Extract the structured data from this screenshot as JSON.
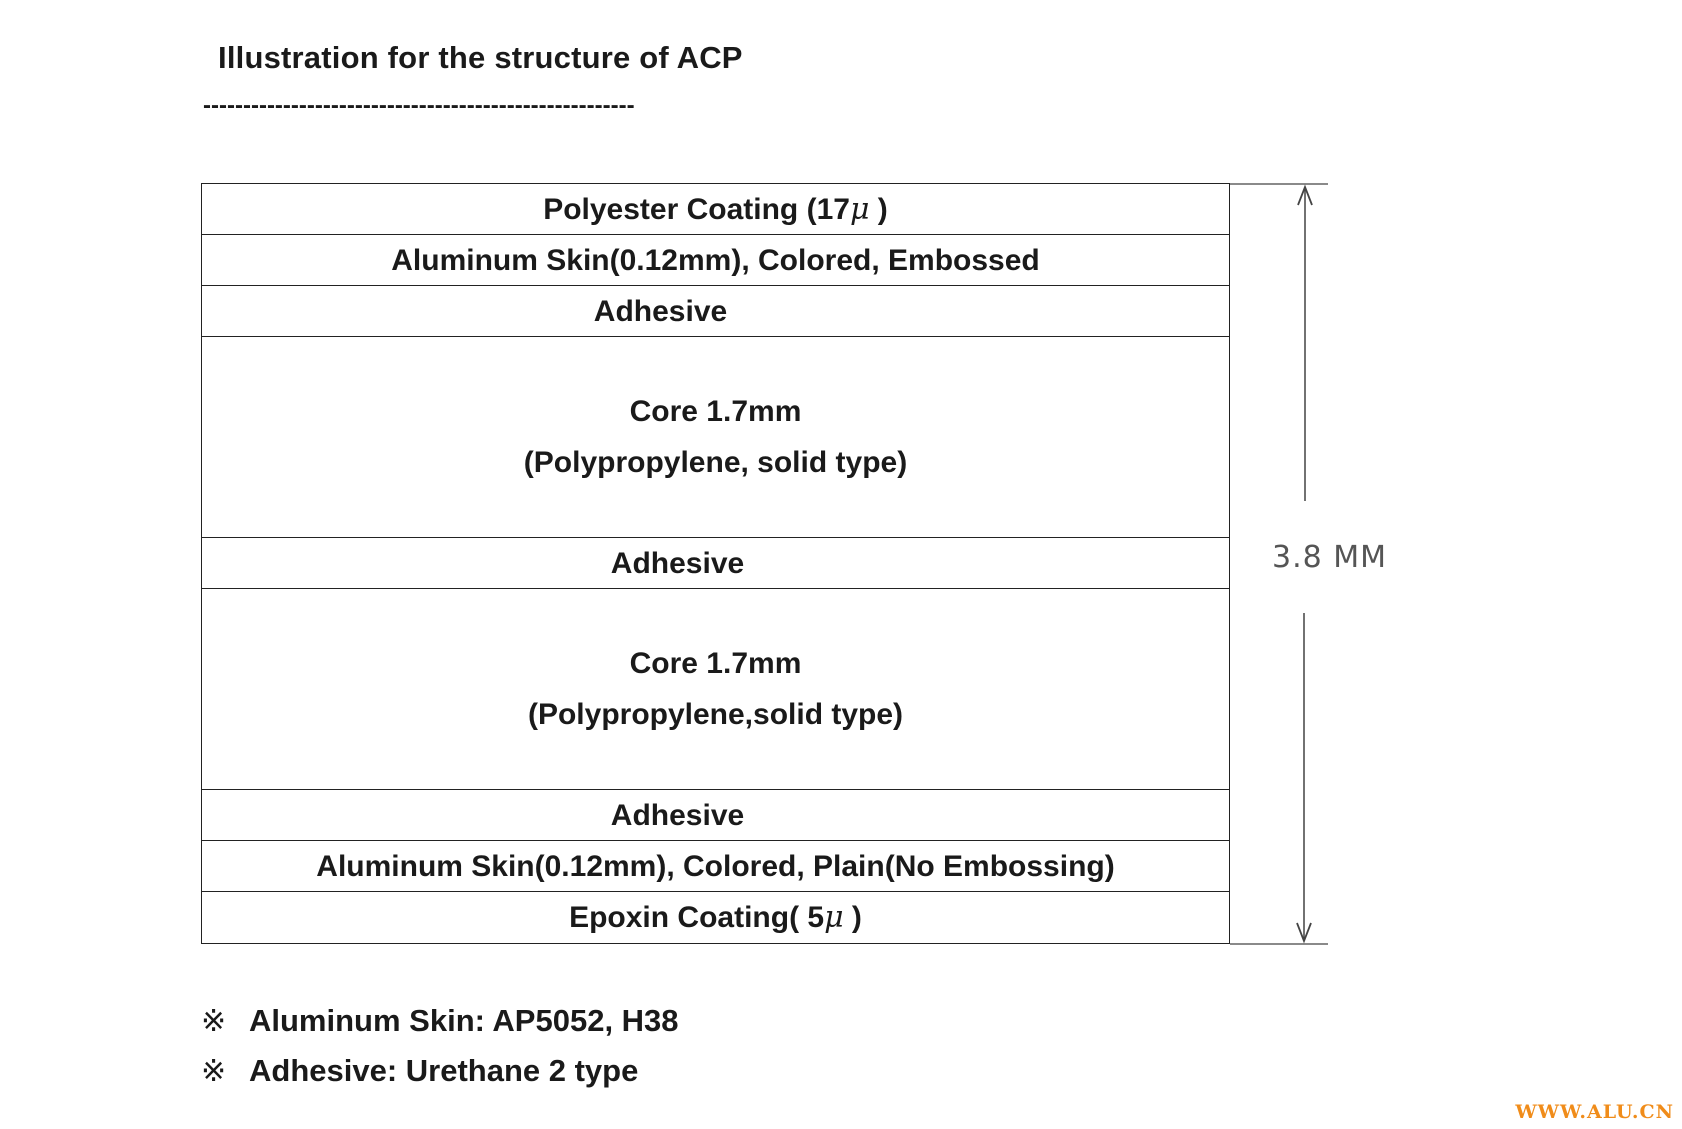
{
  "title": "Illustration for the structure of ACP",
  "divider": "------------------------------------------------------",
  "layers": [
    {
      "line1": "Polyester Coating (17",
      "unit": "μ",
      "suffix": " )",
      "type": "thin",
      "offset": 0
    },
    {
      "line1": "Aluminum Skin(0.12mm), Colored, Embossed",
      "type": "thin",
      "offset": 0
    },
    {
      "line1": "Adhesive",
      "type": "thin",
      "offset": -110
    },
    {
      "line1": "Core 1.7mm",
      "line2": "(Polypropylene, solid type)",
      "type": "core"
    },
    {
      "line1": "Adhesive",
      "type": "thin",
      "offset": -76
    },
    {
      "line1": "Core 1.7mm",
      "line2": "(Polypropylene,solid type)",
      "type": "core"
    },
    {
      "line1": "Adhesive",
      "type": "thin",
      "offset": -76
    },
    {
      "line1": "Aluminum Skin(0.12mm), Colored, Plain(No Embossing)",
      "type": "thin",
      "offset": 0
    },
    {
      "line1": "Epoxin Coating( 5",
      "unit": "μ",
      "suffix": " )",
      "type": "thin",
      "offset": 0
    }
  ],
  "dimension": {
    "label": "3.8 MM"
  },
  "notes": [
    {
      "mark": "※",
      "text": "Aluminum Skin: AP5052, H38"
    },
    {
      "mark": "※",
      "text": "Adhesive: Urethane 2 type"
    }
  ],
  "watermark": "WWW.ALU.CN"
}
